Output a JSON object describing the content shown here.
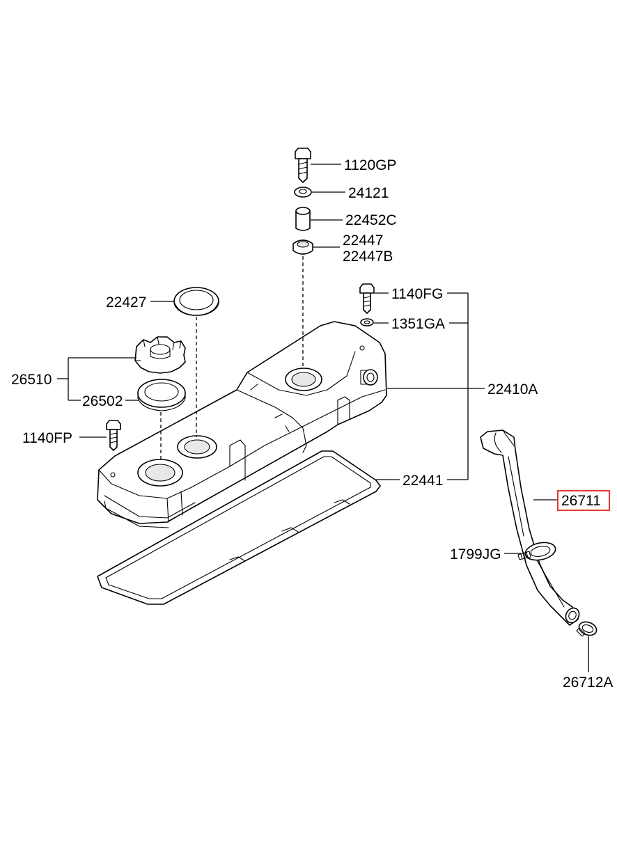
{
  "colors": {
    "background": "#ffffff",
    "line": "#000000",
    "highlight": "#e53935"
  },
  "labels": {
    "p1120GP": "1120GP",
    "p24121": "24121",
    "p22452C": "22452C",
    "p22447": "22447",
    "p22447B": "22447B",
    "p1140FG": "1140FG",
    "p1351GA": "1351GA",
    "p22427": "22427",
    "p26510": "26510",
    "p26502": "26502",
    "p22410A": "22410A",
    "p1140FP": "1140FP",
    "p22441": "22441",
    "p26711": "26711",
    "p1799JG": "1799JG",
    "p26712A": "26712A"
  },
  "highlighted_part": "26711"
}
